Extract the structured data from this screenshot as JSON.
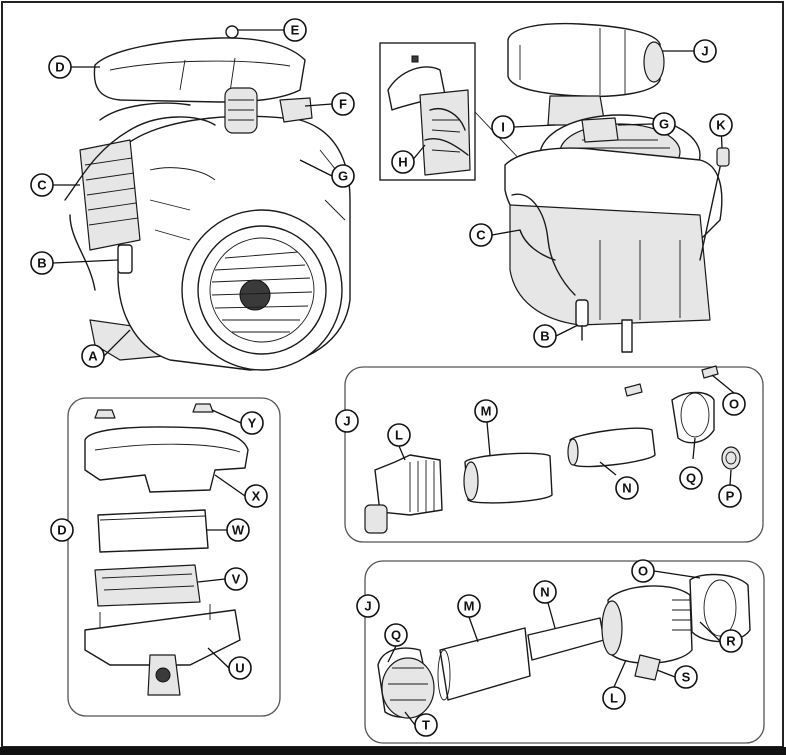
{
  "callouts": {
    "A": "A",
    "B": "B",
    "C": "C",
    "D": "D",
    "E": "E",
    "F": "F",
    "G": "G",
    "H": "H",
    "I": "I",
    "J": "J",
    "K": "K",
    "L": "L",
    "M": "M",
    "N": "N",
    "O": "O",
    "P": "P",
    "Q": "Q",
    "R": "R",
    "S": "S",
    "T": "T",
    "U": "U",
    "V": "V",
    "W": "W",
    "X": "X",
    "Y": "Y"
  },
  "icons": {
    "engine_twin": "engine-twin-cylinder-illustration",
    "engine_single": "engine-single-cylinder-illustration",
    "air_cleaner_canister": "air-cleaner-canister-illustration",
    "air_cleaner_low_profile": "air-cleaner-low-profile-illustration"
  }
}
